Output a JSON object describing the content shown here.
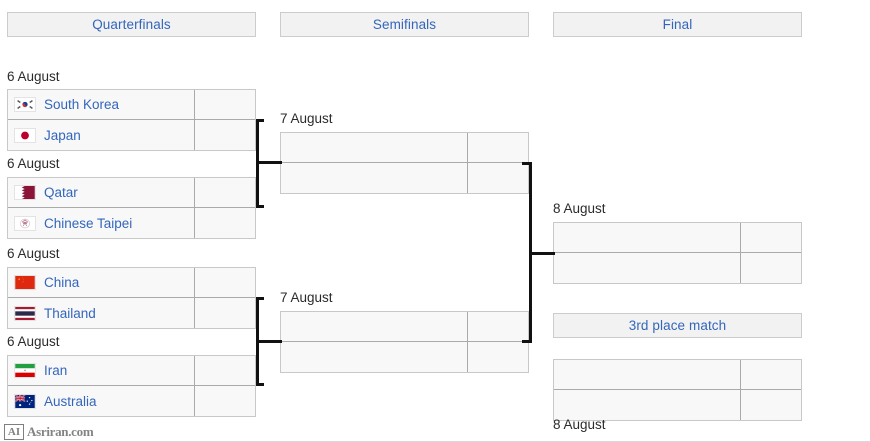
{
  "rounds": [
    {
      "key": "quarterfinals",
      "label": "Quarterfinals"
    },
    {
      "key": "semifinals",
      "label": "Semifinals"
    },
    {
      "key": "final",
      "label": "Final"
    },
    {
      "key": "third_place",
      "label": "3rd place match"
    }
  ],
  "quarterfinals": [
    {
      "date": "6 August",
      "teams": [
        {
          "name": "South Korea",
          "flag": "south-korea-flag",
          "score": ""
        },
        {
          "name": "Japan",
          "flag": "japan-flag",
          "score": ""
        }
      ]
    },
    {
      "date": "6 August",
      "teams": [
        {
          "name": "Qatar",
          "flag": "qatar-flag",
          "score": ""
        },
        {
          "name": "Chinese Taipei",
          "flag": "chinese-taipei-flag",
          "score": ""
        }
      ]
    },
    {
      "date": "6 August",
      "teams": [
        {
          "name": "China",
          "flag": "china-flag",
          "score": ""
        },
        {
          "name": "Thailand",
          "flag": "thailand-flag",
          "score": ""
        }
      ]
    },
    {
      "date": "6 August",
      "teams": [
        {
          "name": "Iran",
          "flag": "iran-flag",
          "score": ""
        },
        {
          "name": "Australia",
          "flag": "australia-flag",
          "score": ""
        }
      ]
    }
  ],
  "semifinals": [
    {
      "date": "7 August",
      "teams": [
        {
          "name": "",
          "flag": "",
          "score": ""
        },
        {
          "name": "",
          "flag": "",
          "score": ""
        }
      ]
    },
    {
      "date": "7 August",
      "teams": [
        {
          "name": "",
          "flag": "",
          "score": ""
        },
        {
          "name": "",
          "flag": "",
          "score": ""
        }
      ]
    }
  ],
  "final": {
    "date": "8 August",
    "teams": [
      {
        "name": "",
        "flag": "",
        "score": ""
      },
      {
        "name": "",
        "flag": "",
        "score": ""
      }
    ]
  },
  "third_place": {
    "date": "8 August",
    "teams": [
      {
        "name": "",
        "flag": "",
        "score": ""
      },
      {
        "name": "",
        "flag": "",
        "score": ""
      }
    ]
  },
  "watermark": {
    "logo": "AI",
    "text": "Asriran.com"
  },
  "colors": {
    "link": "#3366bb",
    "header_bg": "#f2f2f2",
    "header_border": "#cccccc",
    "cell_bg": "#f8f8f8",
    "cell_border": "#c8c8c8",
    "connector": "#111111",
    "text": "#2b2b2b"
  }
}
